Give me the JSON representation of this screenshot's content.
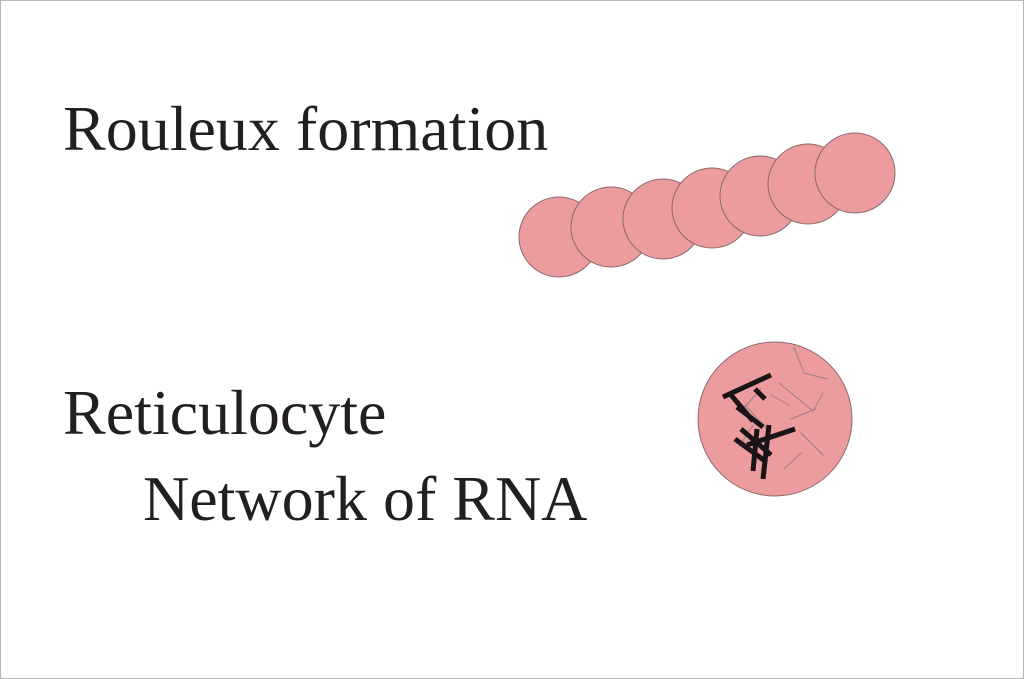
{
  "labels": {
    "rouleaux": "Rouleux formation",
    "reticulocyte": "Reticulocyte",
    "network": "Network of RNA"
  },
  "colors": {
    "background": "#ffffff",
    "cell_fill": "#ec9b9e",
    "cell_outline": "#8a6a6b",
    "text": "#231f20",
    "rna_strands": "#1a1416",
    "faint_network": "#9a7e85"
  }
}
